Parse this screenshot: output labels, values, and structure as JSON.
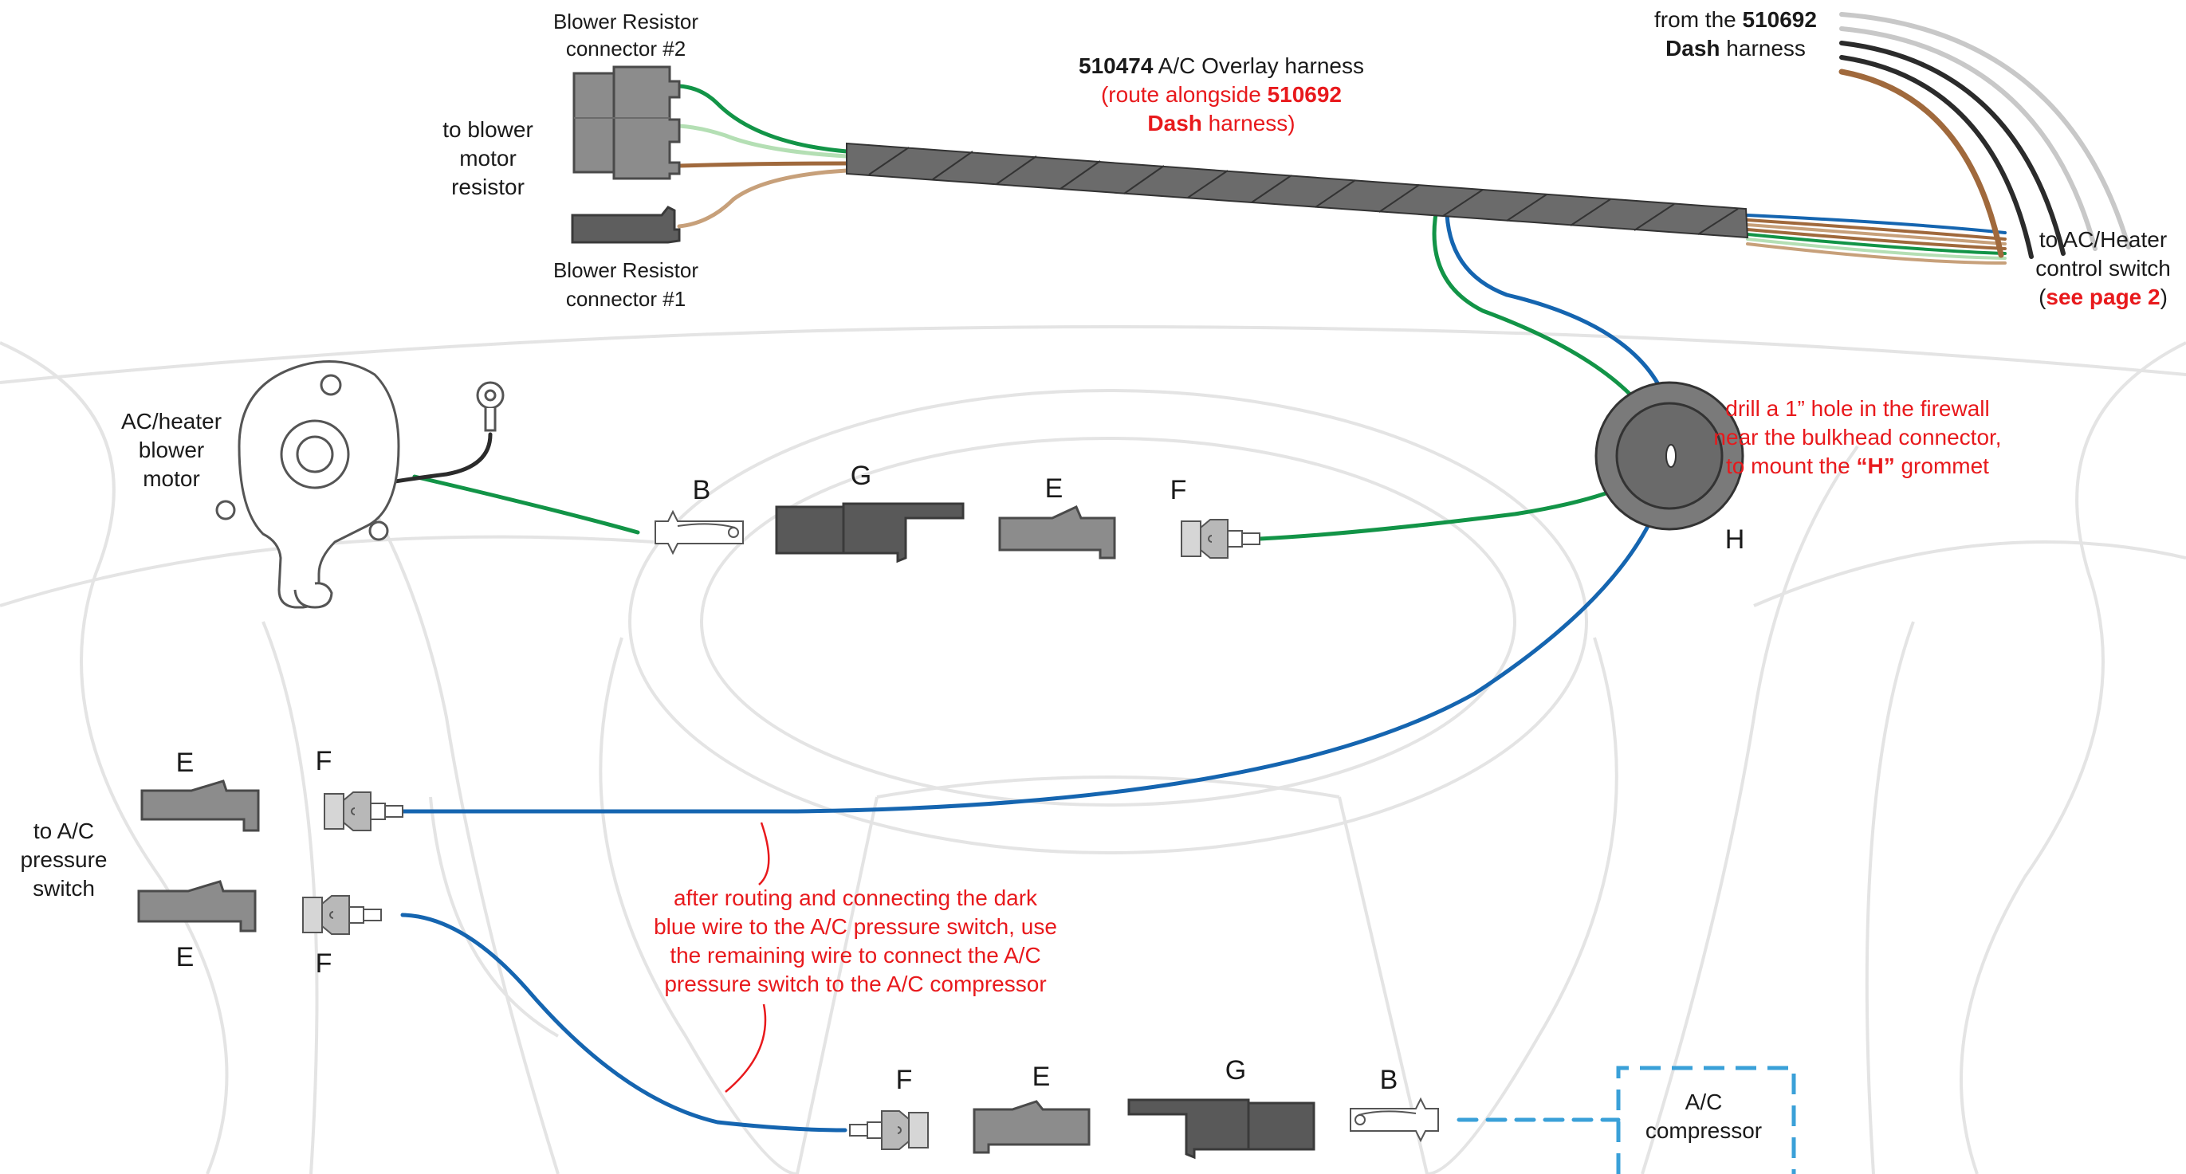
{
  "labels": {
    "resistor2_line1": "Blower Resistor",
    "resistor2_line2": "connector #2",
    "resistor1_line1": "Blower Resistor",
    "resistor1_line2": "connector #1",
    "to_blower_1": "to blower",
    "to_blower_2": "motor",
    "to_blower_3": "resistor",
    "overlay_part": "510474",
    "overlay_rest": " A/C Overlay harness",
    "route_1a": "(route alongside ",
    "route_1b": "510692",
    "route_2a": "Dash",
    "route_2b": " harness)",
    "from_dash_1a": "from the ",
    "from_dash_1b": "510692",
    "from_dash_2a": "Dash",
    "from_dash_2b": " harness",
    "control_1": "to AC/Heater",
    "control_2": "control switch",
    "control_3a": "(",
    "control_3b": "see page 2",
    "control_3c": ")",
    "motor_1": "AC/heater",
    "motor_2": "blower",
    "motor_3": "motor",
    "drill_1": "drill a 1” hole in the firewall",
    "drill_2": "near the bulkhead connector,",
    "drill_3a": "to mount the ",
    "drill_3b": "“H”",
    "drill_3c": " grommet",
    "letter_H": "H",
    "top_B": "B",
    "top_G": "G",
    "top_E": "E",
    "top_F": "F",
    "pressure_1": "to A/C",
    "pressure_2": "pressure",
    "pressure_3": "switch",
    "mid_E1": "E",
    "mid_F1": "F",
    "mid_E2": "E",
    "mid_F2": "F",
    "note_1": "after routing and connecting the dark",
    "note_2": "blue wire to the A/C pressure switch, use",
    "note_3": "the remaining wire to connect the A/C",
    "note_4": "pressure switch to the A/C compressor",
    "bot_F": "F",
    "bot_E": "E",
    "bot_G": "G",
    "bot_B": "B",
    "compressor_1": "A/C",
    "compressor_2": "compressor"
  },
  "colors": {
    "green_wire": "#129447",
    "light_green_wire": "#b4dfb4",
    "brown_wire": "#a0693c",
    "tan_wire": "#c7a07a",
    "blue_wire": "#1565b0",
    "dashed_blue": "#3aa0d8",
    "connector_gray": "#8c8c8c",
    "dark_gray": "#5a5a5a",
    "harness_gray": "#6b6b6b",
    "background_sketch": "#e4e4e4",
    "annotation_red": "#e8191c"
  }
}
